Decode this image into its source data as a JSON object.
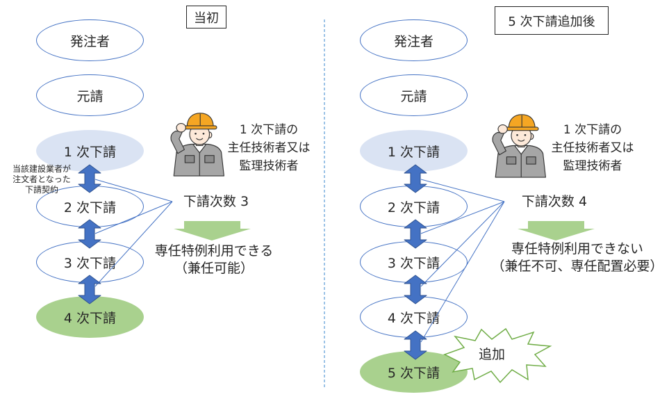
{
  "left": {
    "title": "当初",
    "nodes": [
      "発注者",
      "元請",
      "1 次下請",
      "2 次下請",
      "3 次下請",
      "4 次下請"
    ],
    "contract_note": [
      "当該建設業者が",
      "注文者となった",
      "下請契約"
    ],
    "engineer_caption": [
      "1 次下請の",
      "主任技術者又は",
      "監理技術者"
    ],
    "tier_count": "下請次数 3",
    "result": [
      "専任特例利用できる",
      "（兼任可能）"
    ]
  },
  "right": {
    "title": "5 次下請追加後",
    "nodes": [
      "発注者",
      "元請",
      "1 次下請",
      "2 次下請",
      "3 次下請",
      "4 次下請",
      "5 次下請"
    ],
    "engineer_caption": [
      "1 次下請の",
      "主任技術者又は",
      "監理技術者"
    ],
    "tier_count": "下請次数 4",
    "result": [
      "専任特例利用できない",
      "（兼任不可、専任配置必要）"
    ],
    "added_badge": "追加"
  },
  "colors": {
    "outline": "#4472c4",
    "arrow": "#4472c4",
    "arrow_stroke": "#2f528f",
    "first_tier_fill": "#dae3f3",
    "last_tier_fill": "#a9d18e",
    "down_arrow": "#a9d18e",
    "divider": "#5b9bd5",
    "burst_outline": "#70ad47",
    "helmet": "#f5a623",
    "jacket": "#a6a6a6"
  }
}
